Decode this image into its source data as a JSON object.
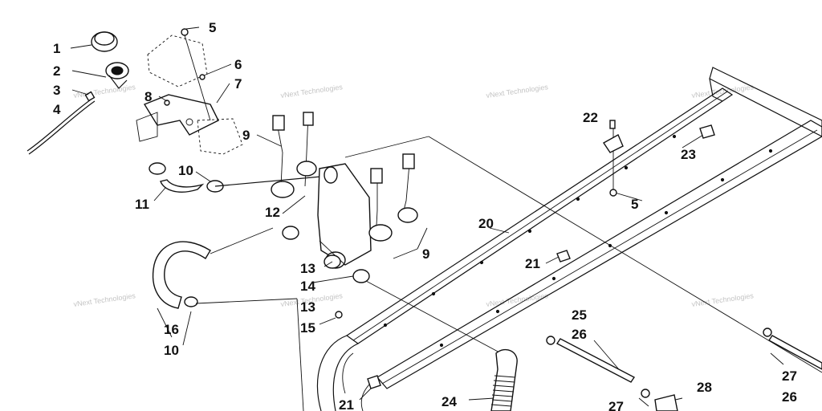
{
  "callouts": {
    "c1": "1",
    "c2": "2",
    "c3": "3",
    "c4": "4",
    "c5a": "5",
    "c5b": "5",
    "c6": "6",
    "c7": "7",
    "c8": "8",
    "c9a": "9",
    "c9b": "9",
    "c10a": "10",
    "c10b": "10",
    "c11": "11",
    "c12": "12",
    "c13a": "13",
    "c13b": "13",
    "c14": "14",
    "c15": "15",
    "c16": "16",
    "c20": "20",
    "c21a": "21",
    "c21b": "21",
    "c22": "22",
    "c23": "23",
    "c24": "24",
    "c25": "25",
    "c26a": "26",
    "c26b": "26",
    "c27a": "27",
    "c27b": "27",
    "c28": "28"
  },
  "watermark": {
    "line1": "vNext Technologies",
    "line2": "Technologies"
  }
}
